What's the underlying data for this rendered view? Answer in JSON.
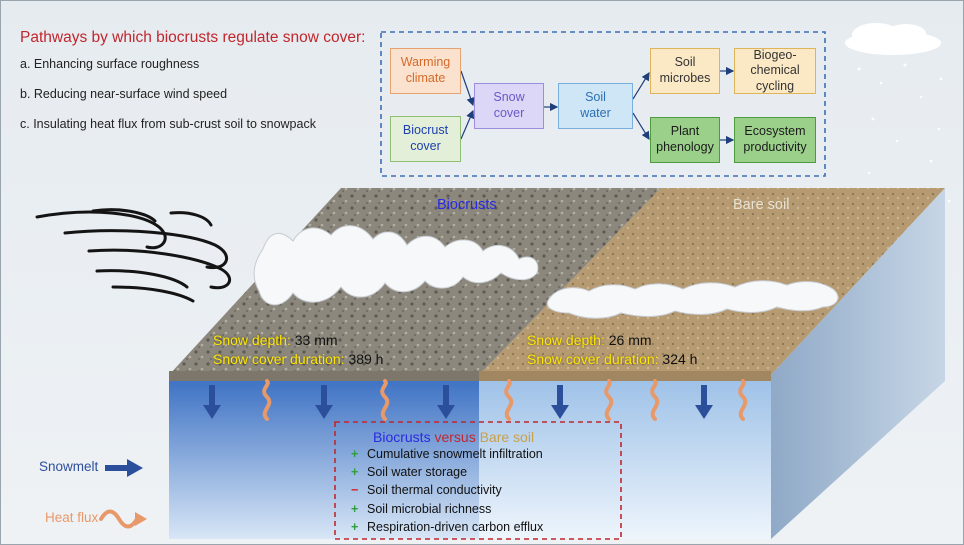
{
  "title": "Pathways by which biocrusts regulate snow cover:",
  "pathways": [
    "a. Enhancing surface roughness",
    "b. Reducing near-surface wind speed",
    "c. Insulating heat flux from sub-crust soil to snowpack"
  ],
  "flowchart": {
    "nodes": {
      "warming": "Warming\nclimate",
      "biocrust": "Biocrust\ncover",
      "snow": "Snow\ncover",
      "water": "Soil\nwater",
      "microbes": "Soil\nmicrobes",
      "biogeo": "Biogeo-\nchemical\ncycling",
      "phenology": "Plant\nphenology",
      "ecosystem": "Ecosystem\nproductivity"
    }
  },
  "panels": {
    "biocrust": {
      "label": "Biocrusts",
      "snow_depth_label": "Snow depth:",
      "snow_depth_value": "33 mm",
      "duration_label": "Snow cover duration:",
      "duration_value": "389 h"
    },
    "bare": {
      "label": "Bare soil",
      "snow_depth_label": "Snow depth:",
      "snow_depth_value": "26 mm",
      "duration_label": "Snow cover duration:",
      "duration_value": "324 h"
    }
  },
  "legend": {
    "snowmelt": "Snowmelt",
    "heat_flux": "Heat flux"
  },
  "comparison": {
    "head_left": "Biocrusts",
    "head_mid": "versus",
    "head_right": "Bare soil",
    "items": [
      {
        "sign": "+",
        "text": "Cumulative snowmelt infiltration"
      },
      {
        "sign": "+",
        "text": "Soil water storage"
      },
      {
        "sign": "−",
        "text": "Soil thermal conductivity"
      },
      {
        "sign": "+",
        "text": "Soil microbial richness"
      },
      {
        "sign": "+",
        "text": "Respiration-driven carbon efflux"
      }
    ]
  },
  "colors": {
    "title": "#c0272d",
    "biocrust_label": "#2a2ae0",
    "bare_label": "#c9a04a",
    "stat_label": "#ffe600",
    "snowmelt_arrow": "#2c4f9c",
    "heat_flux": "#e8996a",
    "plus": "#2e9e3e",
    "minus": "#d42020"
  }
}
